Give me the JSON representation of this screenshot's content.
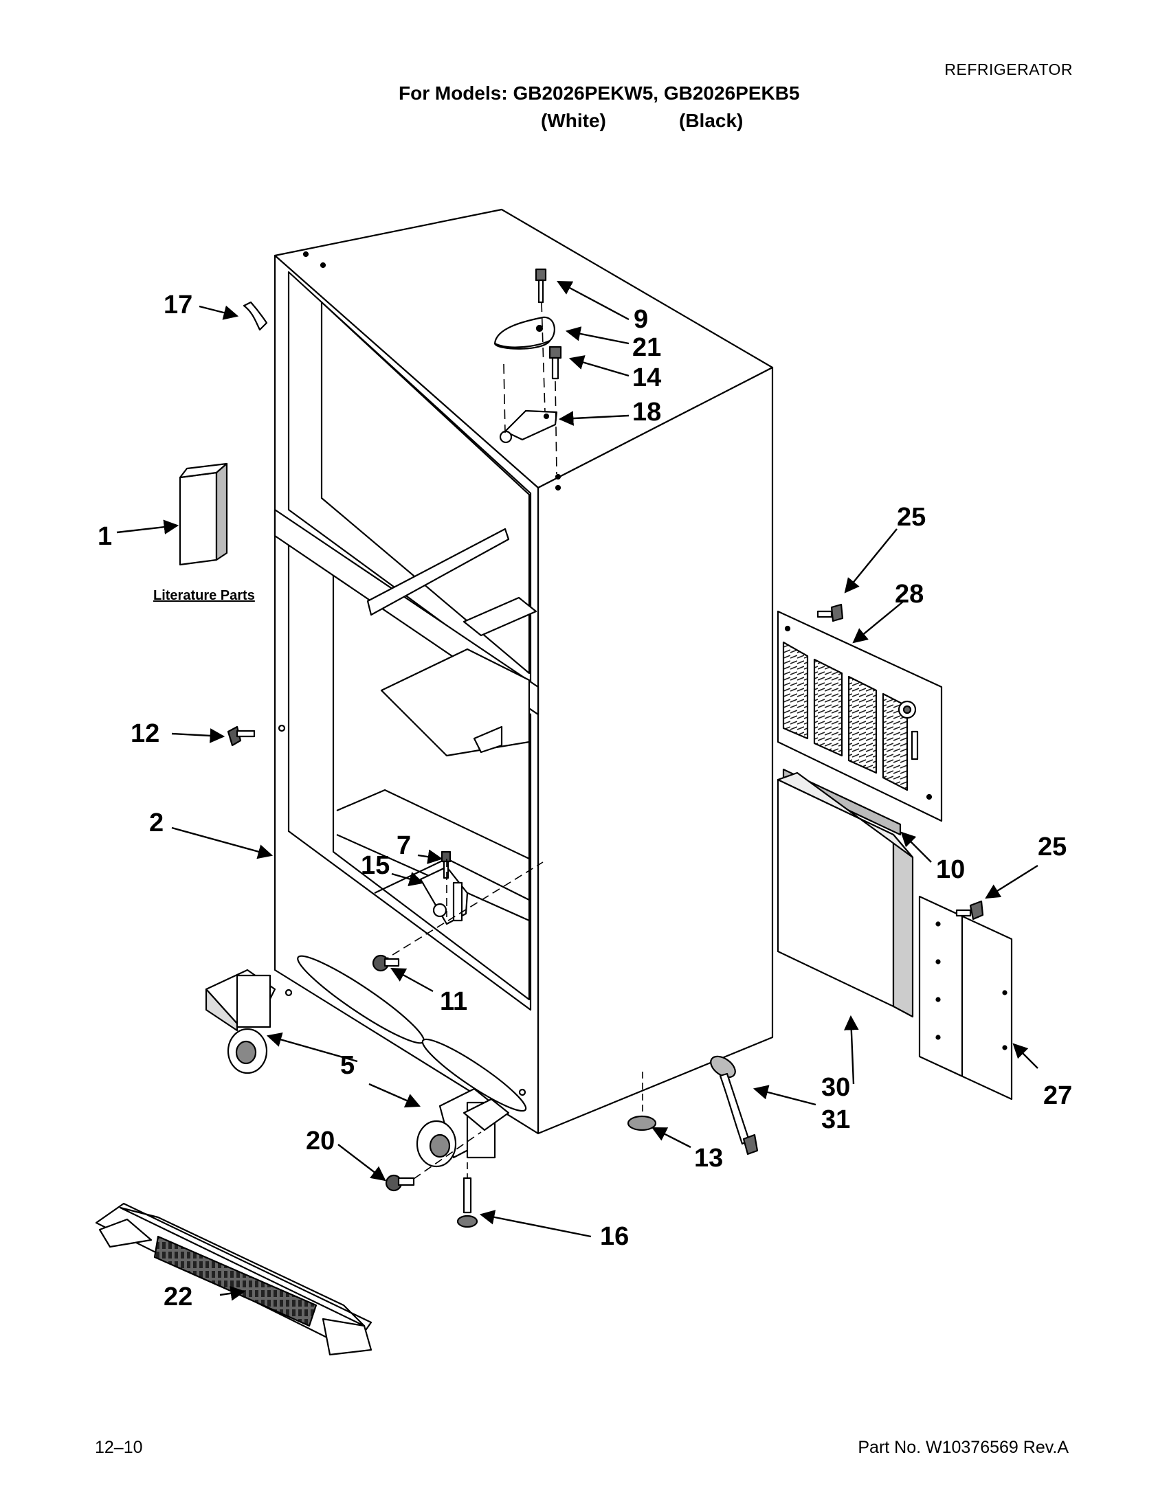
{
  "header": {
    "category": "REFRIGERATOR",
    "models_line": "For Models: GB2026PEKW5, GB2026PEKB5",
    "color_white": "(White)",
    "color_black": "(Black)"
  },
  "literature_label": "Literature Parts",
  "callouts": {
    "c1": "1",
    "c2": "2",
    "c5": "5",
    "c7": "7",
    "c9": "9",
    "c10": "10",
    "c11": "11",
    "c12": "12",
    "c13": "13",
    "c14": "14",
    "c15": "15",
    "c16": "16",
    "c17": "17",
    "c18": "18",
    "c20": "20",
    "c21": "21",
    "c22": "22",
    "c25a": "25",
    "c25b": "25",
    "c27": "27",
    "c28": "28",
    "c30": "30",
    "c31": "31"
  },
  "footer": {
    "page": "12–10",
    "part_no": "Part No. W10376569 Rev.A"
  }
}
